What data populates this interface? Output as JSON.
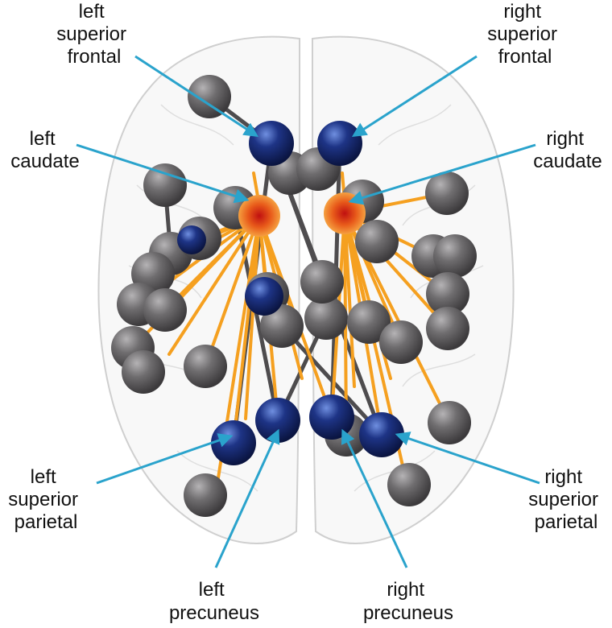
{
  "labels": {
    "left_superior_frontal": [
      "left",
      "superior",
      "frontal"
    ],
    "right_superior_frontal": [
      "right",
      "superior",
      "frontal"
    ],
    "left_caudate": [
      "left",
      "caudate"
    ],
    "right_caudate": [
      "right",
      "caudate"
    ],
    "left_superior_parietal": [
      "left",
      "superior",
      "parietal"
    ],
    "right_superior_parietal": [
      "right",
      "superior",
      "parietal"
    ],
    "left_precuneus": [
      "left",
      "precuneus"
    ],
    "right_precuneus": [
      "right",
      "precuneus"
    ]
  },
  "colors": {
    "arrow": "#2aa3cc",
    "hub_node": "#1a2f7a",
    "caudate_node": "#e0401a",
    "other_node": "#6e6c6e",
    "connection_caudate": "#f5a020",
    "connection_other": "#555555",
    "brain_outline": "#c9c9c9"
  },
  "legend_icons": {
    "hub": "blue-sphere-icon",
    "seed": "red-sphere-icon",
    "node": "gray-sphere-icon"
  }
}
